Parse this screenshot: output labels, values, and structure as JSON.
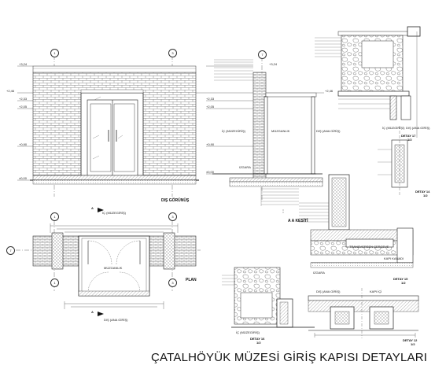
{
  "title": "ÇATALHÖYÜK MÜZESİ GİRİŞ KAPISI DETAYLARI",
  "views": {
    "elevation": "DIŞ GÖRÜNÜŞ",
    "plan": "PLAN",
    "section": "A A KESİTİ"
  },
  "details": [
    {
      "name": "DETAY 17",
      "scale": "1/2"
    },
    {
      "name": "DETAY 14",
      "scale": "1/2"
    },
    {
      "name": "DETAY 15",
      "scale": "1/2"
    },
    {
      "name": "DETAY 16",
      "scale": "1/2"
    },
    {
      "name": "DETAY 12",
      "scale": "1/2"
    }
  ],
  "grid_bubbles": {
    "left": "1",
    "right": "3",
    "row": "7",
    "section_top": "7"
  },
  "levels": {
    "e1": "+3,24",
    "e2": "+2,46",
    "e3": "+2,33",
    "e4": "+2,05",
    "e5": "+0,90",
    "e6": "±0,00",
    "s1": "+3,24",
    "s2": "+2,46",
    "s3": "+2,33",
    "s4": "+2,05",
    "s5": "+0,90",
    "s6": "±0,00"
  },
  "labels": {
    "ic_mekan": "İÇ (MÜZEGİRİŞ)",
    "dis_ana_giris": "DIŞ (ANA GİRİŞ)",
    "muzeani": "MÜZGANLIK",
    "muzeani_plan": "MÜZGANLIK",
    "izgara": "IZGARA",
    "ic_mekan2": "İÇ (MÜZEGİRİŞ)",
    "dis_ana_giris2": "DIŞ (ANA GİRİŞ)",
    "ic_muzgirisi": "İÇ (MÜZGİRİŞİ)",
    "dis_ana_giris3": "DIŞ (ANA GİRİŞ)",
    "izgara2": "IZGARA",
    "kapi_kanadi": "KAPI KANADI",
    "trans_cerceve": "TRANSVERSEN ÇERÇEVE",
    "kapi_ici": "KAPI İÇİ",
    "a_marker": "A"
  }
}
